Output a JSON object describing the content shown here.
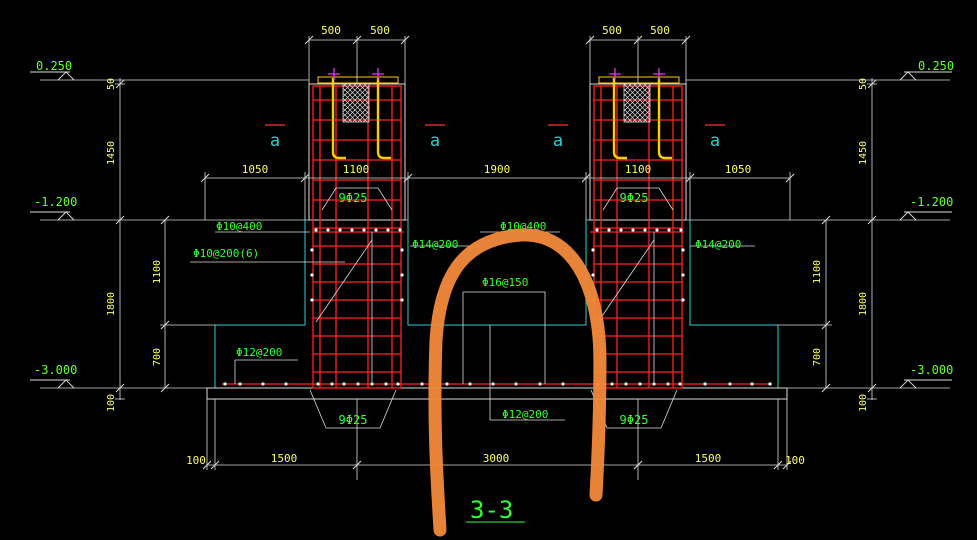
{
  "colors": {
    "background": "#000000",
    "dim_line": "#ffffff",
    "dim_text": "#ffff66",
    "elevation": "#66ff33",
    "concrete": "#33cccc",
    "rebar": "#ff2222",
    "rebar_note": "#33ff33",
    "anchor": "#ffcc00",
    "section_mark": "#ff3333",
    "section_letter": "#33cccc",
    "annotation_stroke": "#f0883a"
  },
  "section_title": "3-3",
  "section_marks": [
    "a",
    "a",
    "a",
    "a"
  ],
  "elevations": {
    "top_left": "0.250",
    "top_right": "0.250",
    "mid_left": "-1.200",
    "mid_right": "-1.200",
    "bottom_left": "-3.000",
    "bottom_right": "-3.000"
  },
  "dimensions": {
    "pier_left_a": "500",
    "pier_left_b": "500",
    "pier_right_a": "500",
    "pier_right_b": "500",
    "left_50": "50",
    "left_1450": "1450",
    "left_1100": "1100",
    "left_1800": "1800",
    "left_700": "700",
    "left_100": "100",
    "right_50": "50",
    "right_1450": "1450",
    "right_1100": "1100",
    "right_1800": "1800",
    "right_700": "700",
    "right_100": "100",
    "mid_1050_left": "1050",
    "mid_1100_left": "1100",
    "mid_1900": "1900",
    "mid_1100_right": "1100",
    "mid_1050_right": "1050",
    "bot_100_left": "100",
    "bot_1500_left": "1500",
    "bot_3000": "3000",
    "bot_1500_right": "1500",
    "bot_100_right": "100"
  },
  "rebar_notes": {
    "top_9phi25_left": "9Φ25",
    "top_9phi25_right": "9Φ25",
    "bot_9phi25_left": "9Φ25",
    "bot_9phi25_right": "9Φ25",
    "phi10_400_left": "Φ10@400",
    "phi10_400_mid": "Φ10@400",
    "phi10_200_6": "Φ10@200(6)",
    "phi14_200_left": "Φ14@200",
    "phi14_200_right": "Φ14@200",
    "phi16_150": "Φ16@150",
    "phi12_200_left": "Φ12@200",
    "phi12_200_mid": "Φ12@200"
  }
}
